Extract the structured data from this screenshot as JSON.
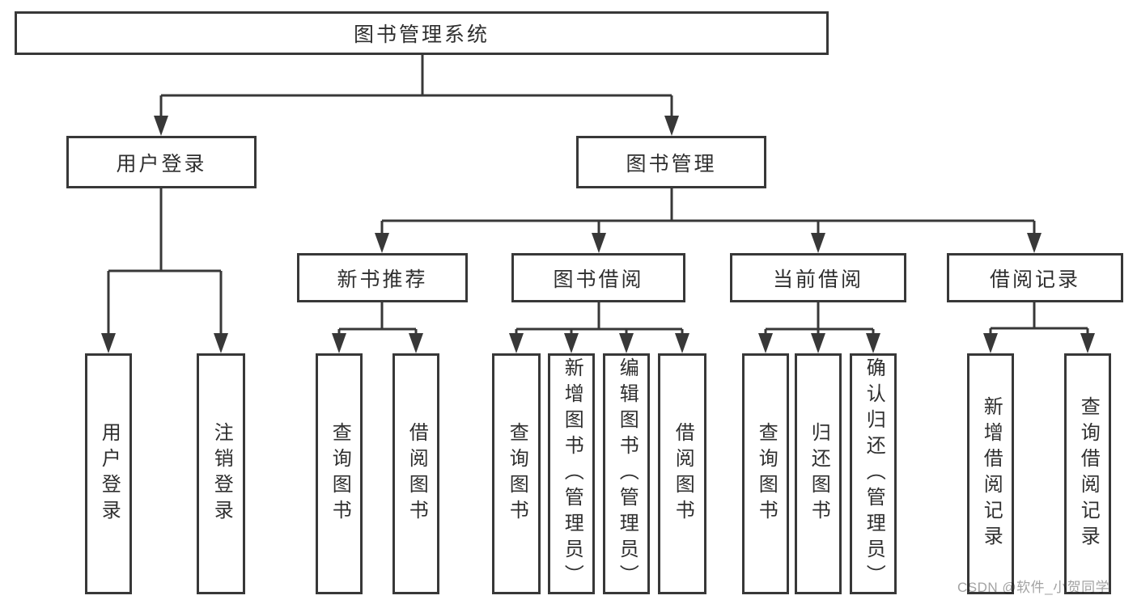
{
  "diagram": {
    "root": {
      "label": "图书管理系统"
    },
    "level2": [
      {
        "label": "用户登录"
      },
      {
        "label": "图书管理"
      }
    ],
    "level3": [
      {
        "label": "新书推荐"
      },
      {
        "label": "图书借阅"
      },
      {
        "label": "当前借阅"
      },
      {
        "label": "借阅记录"
      }
    ],
    "leaves": {
      "user_login": [
        {
          "label": "用户登录"
        },
        {
          "label": "注销登录"
        }
      ],
      "new_book_recommend": [
        {
          "label": "查询图书"
        },
        {
          "label": "借阅图书"
        }
      ],
      "book_borrow": [
        {
          "label": "查询图书"
        },
        {
          "label": "新增图书（管理员）"
        },
        {
          "label": "编辑图书（管理员）"
        },
        {
          "label": "借阅图书"
        }
      ],
      "current_borrow": [
        {
          "label": "查询图书"
        },
        {
          "label": "归还图书"
        },
        {
          "label": "确认归还（管理员）"
        }
      ],
      "borrow_record": [
        {
          "label": "新增借阅记录"
        },
        {
          "label": "查询借阅记录"
        }
      ]
    },
    "colors": {
      "line": "#383838",
      "text": "#2f2f2f",
      "box_background": "#ffffff",
      "watermark": "#a3a3a3"
    }
  },
  "watermark": {
    "text": "CSDN @软件_小贺同学"
  }
}
